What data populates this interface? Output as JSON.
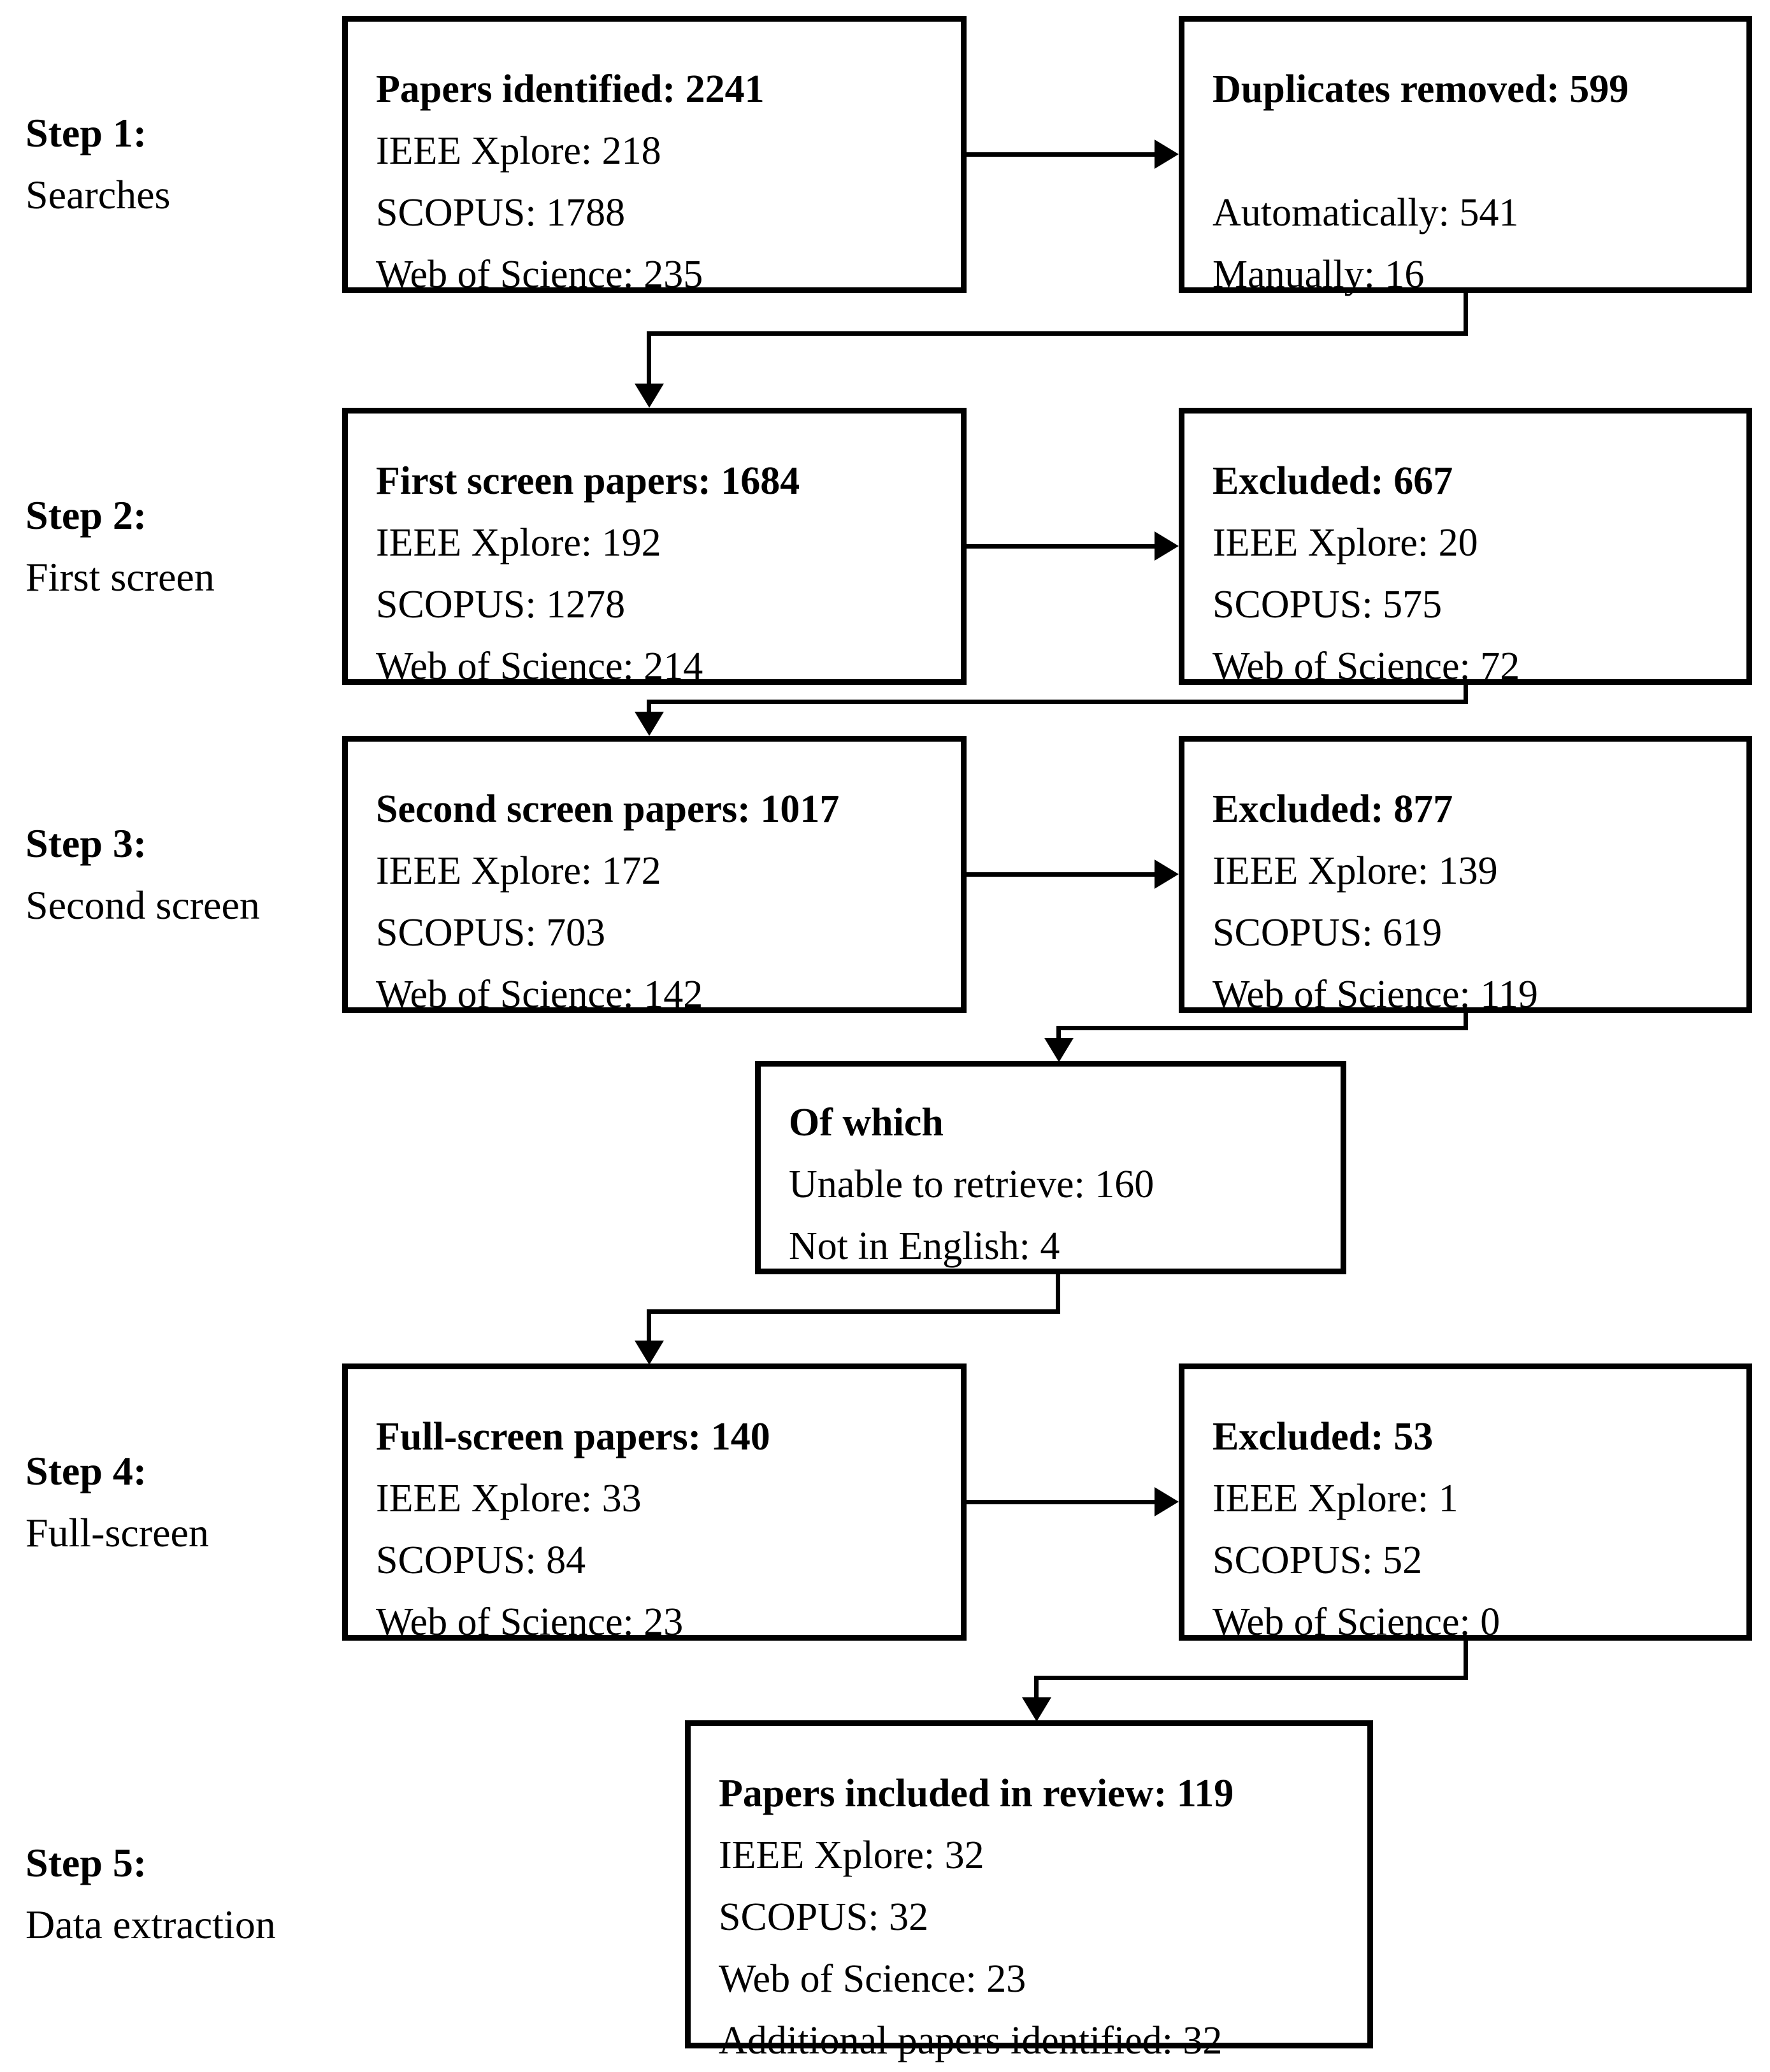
{
  "steps": [
    {
      "label": "Step 1:",
      "sublabel": "Searches"
    },
    {
      "label": "Step 2:",
      "sublabel": "First screen"
    },
    {
      "label": "Step 3:",
      "sublabel": "Second screen"
    },
    {
      "label": "Step 4:",
      "sublabel": "Full-screen"
    },
    {
      "label": "Step 5:",
      "sublabel": "Data extraction"
    }
  ],
  "boxes": {
    "papers_identified": {
      "title": "Papers identified: 2241",
      "lines": [
        "IEEE Xplore: 218",
        "SCOPUS: 1788",
        "Web of Science: 235"
      ]
    },
    "duplicates_removed": {
      "title": "Duplicates removed: 599",
      "lines": [
        "Automatically: 541",
        "Manually: 16"
      ]
    },
    "first_screen": {
      "title": "First screen papers: 1684",
      "lines": [
        "IEEE Xplore: 192",
        "SCOPUS: 1278",
        "Web of Science: 214"
      ]
    },
    "excluded_first": {
      "title": "Excluded: 667",
      "lines": [
        "IEEE Xplore: 20",
        "SCOPUS: 575",
        "Web of Science: 72"
      ]
    },
    "second_screen": {
      "title": "Second screen papers: 1017",
      "lines": [
        "IEEE Xplore: 172",
        "SCOPUS: 703",
        "Web of Science: 142"
      ]
    },
    "excluded_second": {
      "title": "Excluded: 877",
      "lines": [
        "IEEE Xplore: 139",
        "SCOPUS: 619",
        "Web of Science: 119"
      ]
    },
    "of_which": {
      "title": "Of which",
      "lines": [
        "Unable to retrieve: 160",
        "Not in English: 4"
      ]
    },
    "full_screen": {
      "title": "Full-screen papers: 140",
      "lines": [
        "IEEE Xplore: 33",
        "SCOPUS: 84",
        "Web of Science: 23"
      ]
    },
    "excluded_full": {
      "title": "Excluded: 53",
      "lines": [
        "IEEE Xplore: 1",
        "SCOPUS: 52",
        "Web of Science: 0"
      ]
    },
    "included": {
      "title": "Papers included in review: 119",
      "lines": [
        "IEEE Xplore: 32",
        "SCOPUS: 32",
        "Web of Science: 23",
        "Additional papers identified: 32"
      ]
    }
  },
  "colors": {
    "ink": "#000000",
    "background": "#ffffff"
  }
}
